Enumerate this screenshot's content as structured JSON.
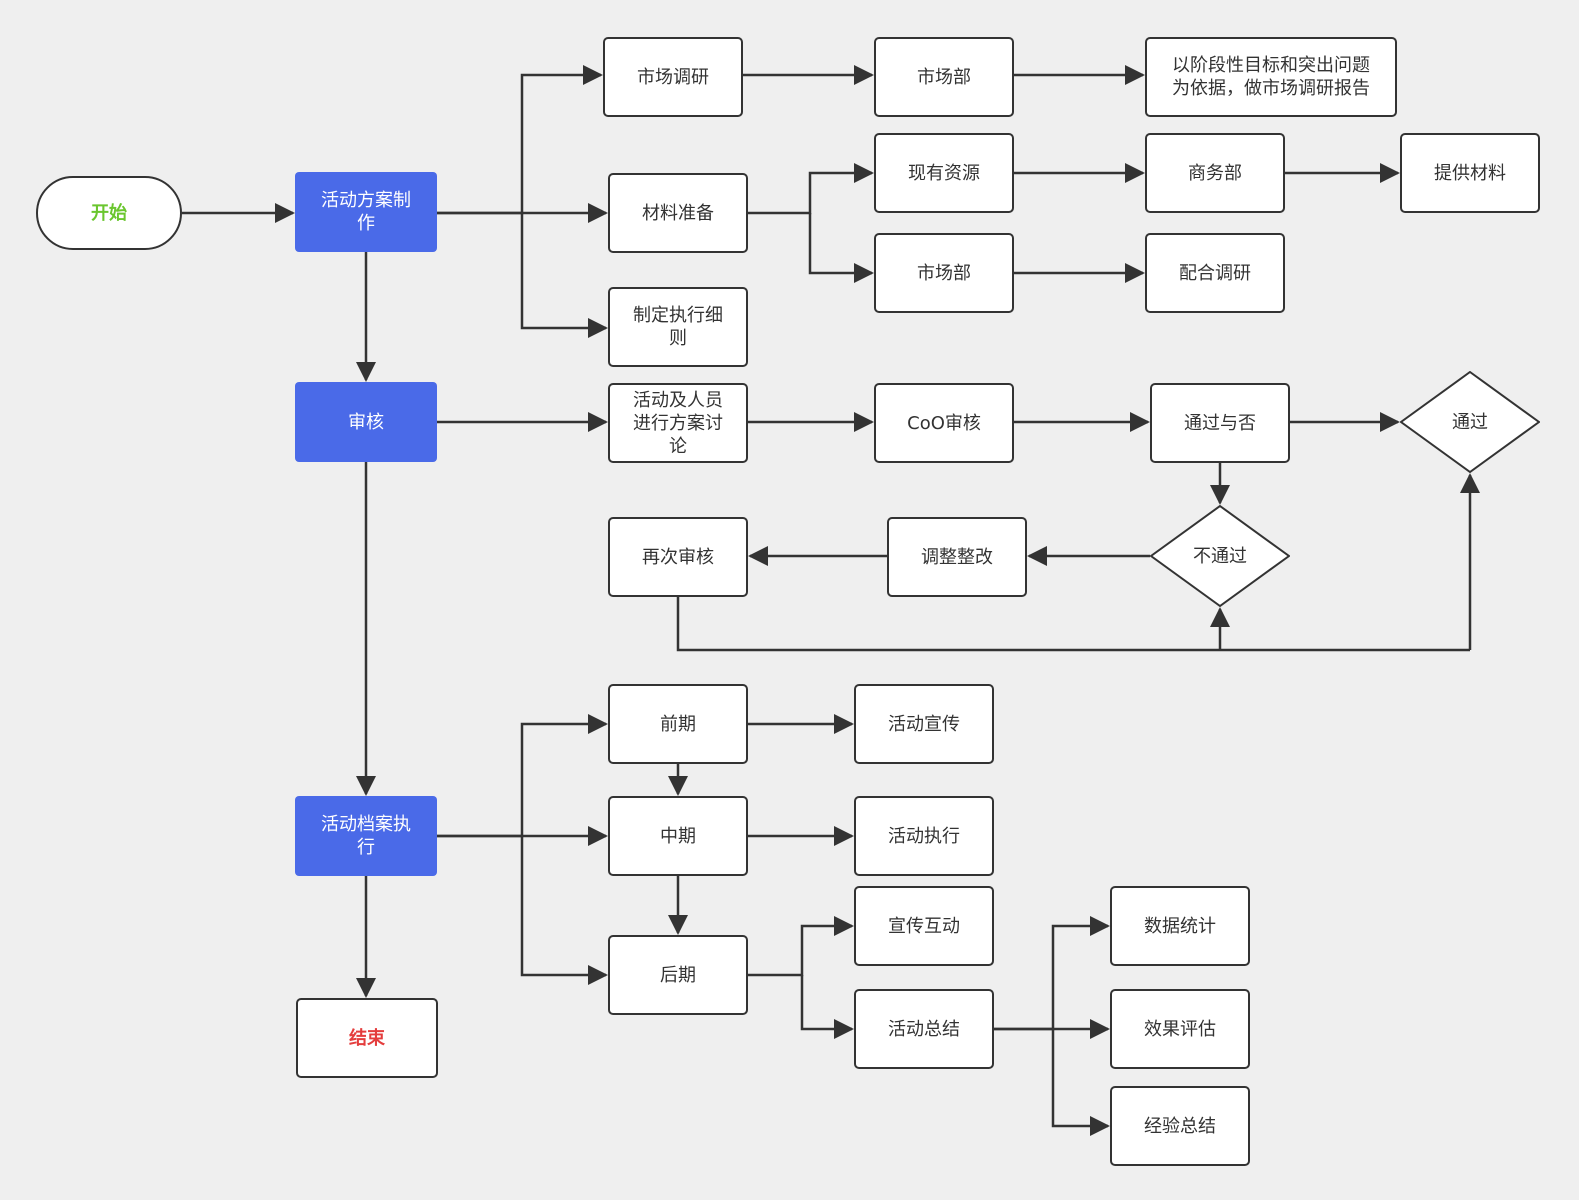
{
  "colors": {
    "background": "#efefef",
    "process_blue": "#4a6ae8",
    "start_text": "#6ac62e",
    "end_text": "#e43d3d",
    "line": "#333333"
  },
  "nodes": {
    "start": "开始",
    "plan_make": "活动方案制\n作",
    "review": "审核",
    "archive_exec": "活动档案执\n行",
    "end": "结束",
    "market_research": "市场调研",
    "material_prep": "材料准备",
    "exec_rules": "制定执行细\n则",
    "market_dept_1": "市场部",
    "report_desc": "以阶段性目标和突出问题\n为依据，做市场调研报告",
    "existing_resources": "现有资源",
    "market_dept_2": "市场部",
    "business_dept": "商务部",
    "provide_material": "提供材料",
    "cooperate_research": "配合调研",
    "discussion": "活动及人员\n进行方案讨\n论",
    "coo_review": "CoO审核",
    "pass_or_not": "通过与否",
    "pass": "通过",
    "not_pass": "不通过",
    "adjust": "调整整改",
    "re_review": "再次审核",
    "early": "前期",
    "middle": "中期",
    "late": "后期",
    "promotion": "活动宣传",
    "execution": "活动执行",
    "interaction": "宣传互动",
    "summary": "活动总结",
    "data_stats": "数据统计",
    "effect_eval": "效果评估",
    "experience": "经验总结"
  }
}
